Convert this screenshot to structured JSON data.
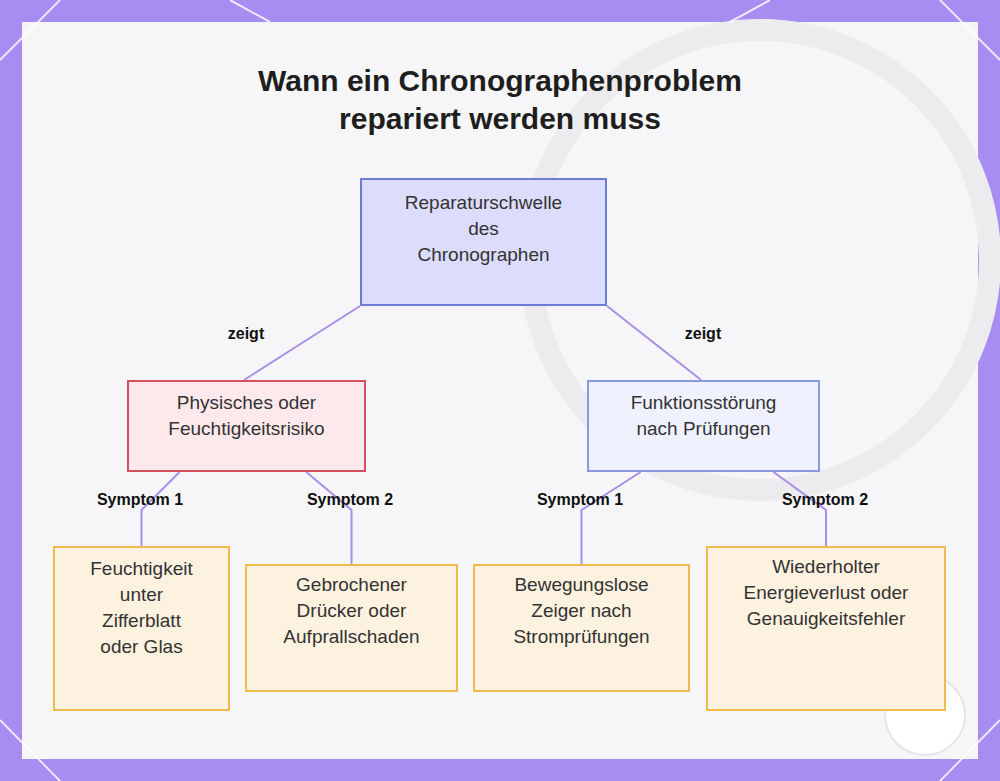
{
  "diagram": {
    "title": "Wann ein Chronographenproblem repariert werden muss",
    "nodes": [
      {
        "text": [
          "Reparaturschwelle des Chronographen"
        ]
      },
      {
        "text": [
          "Physisches oder Feuchtigkeitsrisiko"
        ]
      },
      {
        "text": [
          "Funktionsstörung nach Prüfungen"
        ]
      },
      {
        "text": [
          "Feuchtigkeit unter Zifferblatt oder Glas"
        ]
      },
      {
        "text": [
          "Gebrochener Drücker oder Aufprallschaden"
        ]
      },
      {
        "text": [
          "Bewegungslose Zeiger nach Stromprüfungen"
        ]
      },
      {
        "text": [
          "Wiederholter Energieverlust oder Genauigkeitsfehler"
        ]
      }
    ],
    "edges": [
      {
        "from": 0,
        "to": 1,
        "label": "zeigt",
        "arrow": "none"
      },
      {
        "from": 0,
        "to": 2,
        "label": "zeigt",
        "arrow": "none"
      },
      {
        "from": 1,
        "to": 3,
        "label": "Symptom 1",
        "arrow": "none"
      },
      {
        "from": 1,
        "to": 4,
        "label": "Symptom 2",
        "arrow": "none"
      },
      {
        "from": 2,
        "to": 5,
        "label": "Symptom 1",
        "arrow": "none"
      },
      {
        "from": 2,
        "to": 6,
        "label": "Symptom 2",
        "arrow": "none"
      }
    ]
  }
}
